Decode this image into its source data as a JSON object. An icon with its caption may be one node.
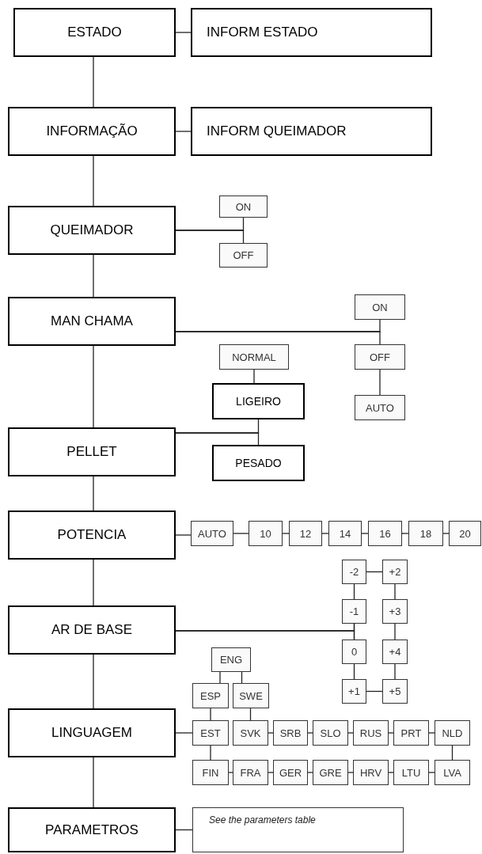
{
  "diagram": {
    "nodes": [
      {
        "text": [
          "ESTADO"
        ]
      },
      {
        "text": [
          "INFORM ESTADO"
        ]
      },
      {
        "text": [
          "INFORMAÇÃO"
        ]
      },
      {
        "text": [
          "INFORM QUEIMADOR"
        ]
      },
      {
        "text": [
          "QUEIMADOR"
        ]
      },
      {
        "text": [
          "ON"
        ]
      },
      {
        "text": [
          "OFF"
        ]
      },
      {
        "text": [
          "MAN CHAMA"
        ]
      },
      {
        "text": [
          "ON"
        ]
      },
      {
        "text": [
          "OFF"
        ]
      },
      {
        "text": [
          "AUTO"
        ]
      },
      {
        "text": [
          "NORMAL"
        ]
      },
      {
        "text": [
          "LIGEIRO"
        ]
      },
      {
        "text": [
          "PELLET"
        ]
      },
      {
        "text": [
          "PESADO"
        ]
      },
      {
        "text": [
          "POTENCIA"
        ]
      },
      {
        "text": [
          "AUTO"
        ]
      },
      {
        "text": [
          "10"
        ]
      },
      {
        "text": [
          "12"
        ]
      },
      {
        "text": [
          "14"
        ]
      },
      {
        "text": [
          "16"
        ]
      },
      {
        "text": [
          "18"
        ]
      },
      {
        "text": [
          "20"
        ]
      },
      {
        "text": [
          "AR DE BASE"
        ]
      },
      {
        "text": [
          "-2"
        ]
      },
      {
        "text": [
          "+2"
        ]
      },
      {
        "text": [
          "-1"
        ]
      },
      {
        "text": [
          "+3"
        ]
      },
      {
        "text": [
          "0"
        ]
      },
      {
        "text": [
          "+4"
        ]
      },
      {
        "text": [
          "+1"
        ]
      },
      {
        "text": [
          "+5"
        ]
      },
      {
        "text": [
          "LINGUAGEM"
        ]
      },
      {
        "text": [
          "ENG"
        ]
      },
      {
        "text": [
          "ESP"
        ]
      },
      {
        "text": [
          "SWE"
        ]
      },
      {
        "text": [
          "EST"
        ]
      },
      {
        "text": [
          "SVK"
        ]
      },
      {
        "text": [
          "SRB"
        ]
      },
      {
        "text": [
          "SLO"
        ]
      },
      {
        "text": [
          "RUS"
        ]
      },
      {
        "text": [
          "PRT"
        ]
      },
      {
        "text": [
          "NLD"
        ]
      },
      {
        "text": [
          "FIN"
        ]
      },
      {
        "text": [
          "FRA"
        ]
      },
      {
        "text": [
          "GER"
        ]
      },
      {
        "text": [
          "GRE"
        ]
      },
      {
        "text": [
          "HRV"
        ]
      },
      {
        "text": [
          "LTU"
        ]
      },
      {
        "text": [
          "LVA"
        ]
      },
      {
        "text": [
          "PARAMETROS"
        ]
      },
      {
        "text": [
          "See the parameters table"
        ]
      }
    ],
    "edges": [
      {
        "from": 0,
        "to": 2,
        "arrow": "none"
      },
      {
        "from": 2,
        "to": 4,
        "arrow": "none"
      },
      {
        "from": 4,
        "to": 7,
        "arrow": "none"
      },
      {
        "from": 7,
        "to": 13,
        "arrow": "none"
      },
      {
        "from": 13,
        "to": 15,
        "arrow": "none"
      },
      {
        "from": 15,
        "to": 23,
        "arrow": "none"
      },
      {
        "from": 23,
        "to": 32,
        "arrow": "none"
      },
      {
        "from": 32,
        "to": 50,
        "arrow": "none"
      },
      {
        "from": 0,
        "to": 1,
        "arrow": "none"
      },
      {
        "from": 2,
        "to": 3,
        "arrow": "none"
      },
      {
        "from": 4,
        "to": 5,
        "arrow": "none"
      },
      {
        "from": 4,
        "to": 6,
        "arrow": "none"
      },
      {
        "from": 7,
        "to": 8,
        "arrow": "none"
      },
      {
        "from": 7,
        "to": 9,
        "arrow": "none"
      },
      {
        "from": 9,
        "to": 10,
        "arrow": "none"
      },
      {
        "from": 11,
        "to": 12,
        "arrow": "none"
      },
      {
        "from": 13,
        "to": 12,
        "arrow": "none"
      },
      {
        "from": 13,
        "to": 14,
        "arrow": "none"
      },
      {
        "from": 15,
        "to": 16,
        "arrow": "none"
      },
      {
        "from": 16,
        "to": 17,
        "arrow": "none"
      },
      {
        "from": 17,
        "to": 18,
        "arrow": "none"
      },
      {
        "from": 18,
        "to": 19,
        "arrow": "none"
      },
      {
        "from": 19,
        "to": 20,
        "arrow": "none"
      },
      {
        "from": 20,
        "to": 21,
        "arrow": "none"
      },
      {
        "from": 21,
        "to": 22,
        "arrow": "none"
      },
      {
        "from": 23,
        "to": 26,
        "arrow": "none"
      },
      {
        "from": 23,
        "to": 28,
        "arrow": "none"
      },
      {
        "from": 24,
        "to": 26,
        "arrow": "none"
      },
      {
        "from": 26,
        "to": 28,
        "arrow": "none"
      },
      {
        "from": 28,
        "to": 30,
        "arrow": "none"
      },
      {
        "from": 30,
        "to": 31,
        "arrow": "none"
      },
      {
        "from": 24,
        "to": 25,
        "arrow": "none"
      },
      {
        "from": 25,
        "to": 27,
        "arrow": "none"
      },
      {
        "from": 27,
        "to": 29,
        "arrow": "none"
      },
      {
        "from": 29,
        "to": 31,
        "arrow": "none"
      },
      {
        "from": 32,
        "to": 36,
        "arrow": "none"
      },
      {
        "from": 33,
        "to": 34,
        "arrow": "none"
      },
      {
        "from": 33,
        "to": 35,
        "arrow": "none"
      },
      {
        "from": 34,
        "to": 36,
        "arrow": "none"
      },
      {
        "from": 35,
        "to": 37,
        "arrow": "none"
      },
      {
        "from": 37,
        "to": 38,
        "arrow": "none"
      },
      {
        "from": 38,
        "to": 39,
        "arrow": "none"
      },
      {
        "from": 39,
        "to": 40,
        "arrow": "none"
      },
      {
        "from": 40,
        "to": 41,
        "arrow": "none"
      },
      {
        "from": 41,
        "to": 42,
        "arrow": "none"
      },
      {
        "from": 42,
        "to": 49,
        "arrow": "none"
      },
      {
        "from": 36,
        "to": 43,
        "arrow": "none"
      },
      {
        "from": 43,
        "to": 44,
        "arrow": "none"
      },
      {
        "from": 44,
        "to": 45,
        "arrow": "none"
      },
      {
        "from": 45,
        "to": 46,
        "arrow": "none"
      },
      {
        "from": 46,
        "to": 47,
        "arrow": "none"
      },
      {
        "from": 47,
        "to": 48,
        "arrow": "none"
      },
      {
        "from": 48,
        "to": 49,
        "arrow": "none"
      },
      {
        "from": 50,
        "to": 51,
        "arrow": "none"
      }
    ]
  }
}
